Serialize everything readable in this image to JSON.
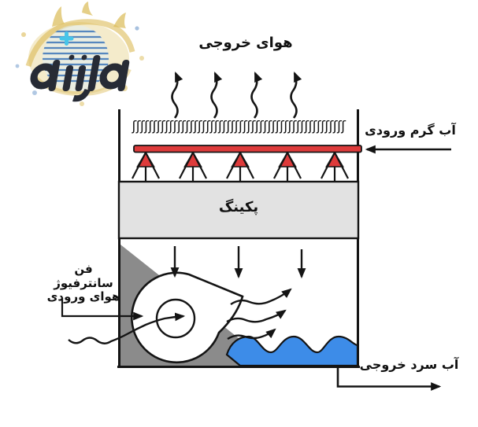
{
  "labels": {
    "exhaust_air": "هوای خروجی",
    "hot_water_inlet": "آب گرم ورودی",
    "packing": "پکینگ",
    "fan": "فن سانترفیوژ",
    "inlet_air": "هوای ورودی",
    "cold_water_outlet": "آب سرد خروجی"
  },
  "colors": {
    "pipe_red": "#de3b3b",
    "packing_gray": "#e2e2e2",
    "housing_gray": "#8b8b8b",
    "water_blue": "#3d8ce8",
    "line_black": "#141414",
    "logo_gold": "#d9b64a",
    "logo_gold_light": "#e9d799",
    "logo_blue": "#2e6cb3",
    "logo_cyan": "#3bc1e8",
    "logo_ink": "#171c26"
  },
  "drift_eliminator_pattern": {
    "char": "ʃ",
    "count": 52
  },
  "logo": {
    "description": "stylized wordmark inside golden water splash watermark"
  }
}
